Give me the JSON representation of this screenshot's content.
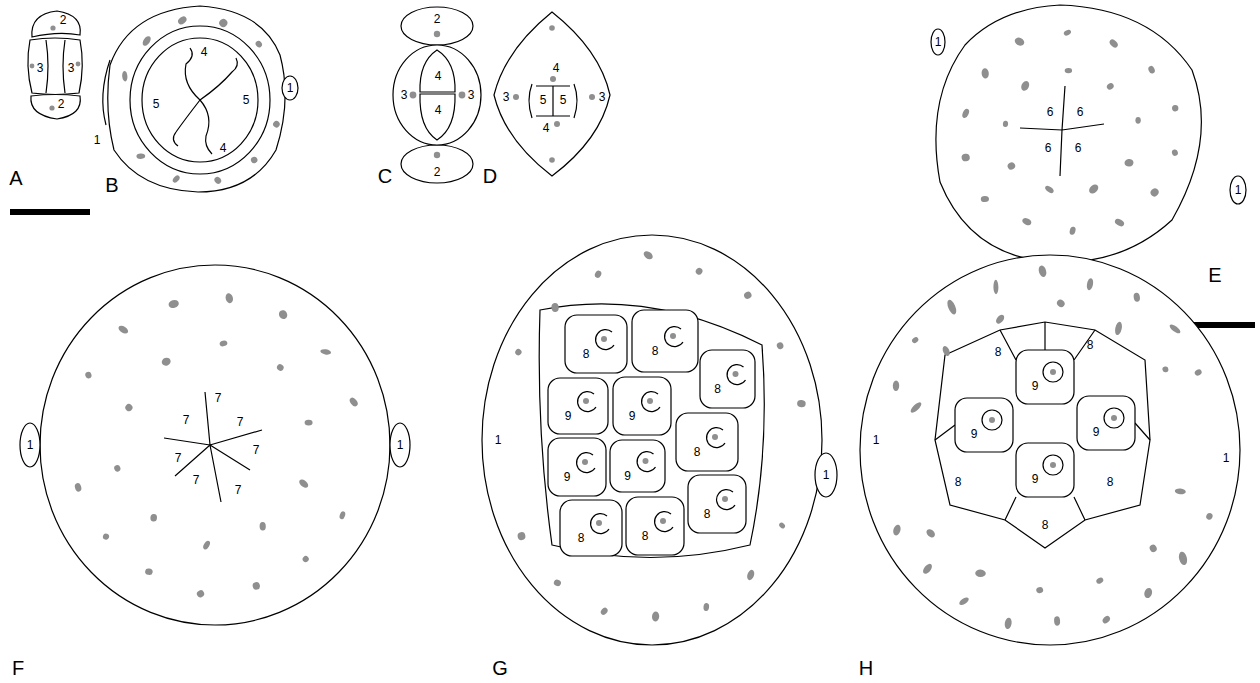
{
  "diagram": {
    "labels": [
      "2",
      "3",
      "3",
      "2",
      "A",
      "1",
      "1",
      "4",
      "5",
      "5",
      "4",
      "B",
      "2",
      "3",
      "3",
      "4",
      "4",
      "2",
      "C",
      "4",
      "3",
      "5",
      "5",
      "3",
      "4",
      "D",
      "1",
      "1",
      "6",
      "6",
      "6",
      "6",
      "E",
      "1",
      "1",
      "7",
      "7",
      "7",
      "7",
      "7",
      "7",
      "7",
      "F",
      "1",
      "1",
      "8",
      "8",
      "8",
      "9",
      "9",
      "8",
      "9",
      "9",
      "8",
      "8",
      "8",
      "G",
      "1",
      "1",
      "8",
      "8",
      "9",
      "9",
      "9",
      "9",
      "8",
      "8",
      "8",
      "H"
    ]
  }
}
